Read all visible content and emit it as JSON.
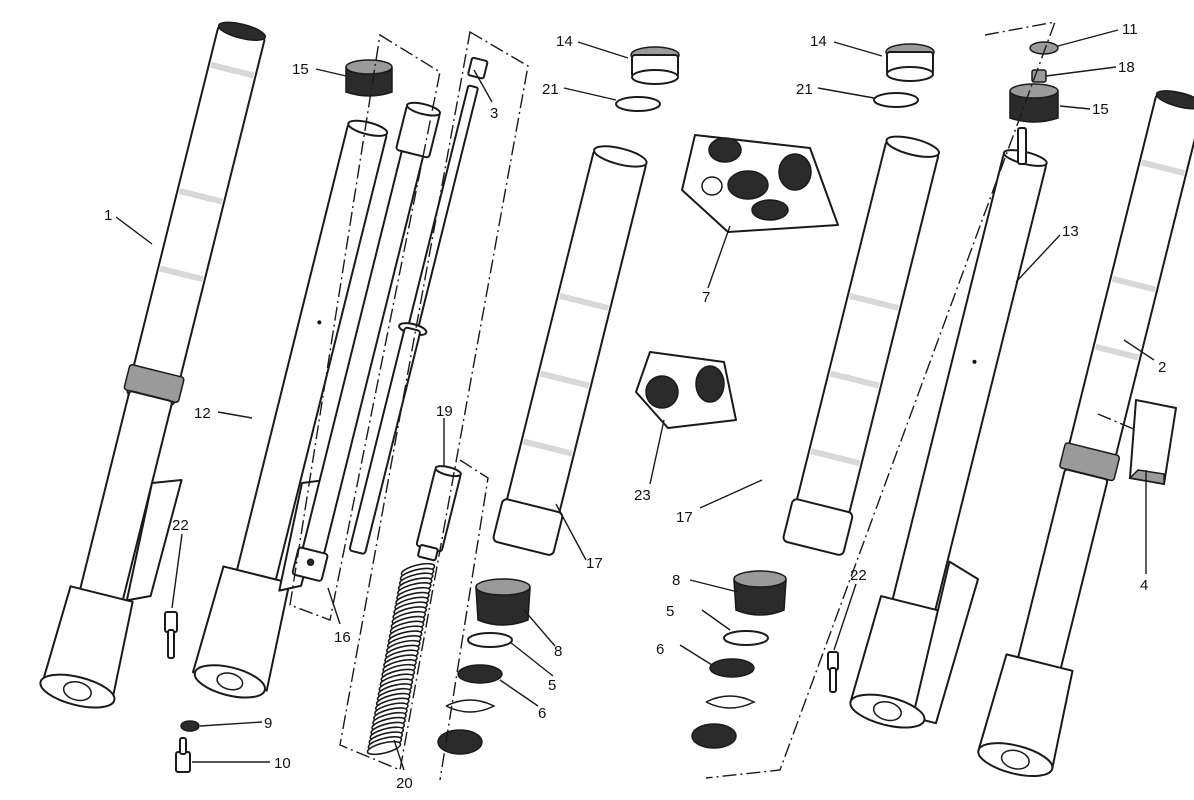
{
  "labels": {
    "l1": "1",
    "l2": "2",
    "l3": "3",
    "l4": "4",
    "l5a": "5",
    "l5b": "5",
    "l6a": "6",
    "l6b": "6",
    "l7": "7",
    "l8a": "8",
    "l8b": "8",
    "l9": "9",
    "l10": "10",
    "l11": "11",
    "l12": "12",
    "l13": "13",
    "l14a": "14",
    "l14b": "14",
    "l15a": "15",
    "l15b": "15",
    "l16": "16",
    "l17a": "17",
    "l17b": "17",
    "l18": "18",
    "l19": "19",
    "l20": "20",
    "l21a": "21",
    "l21b": "21",
    "l22a": "22",
    "l22b": "22",
    "l23": "23"
  }
}
